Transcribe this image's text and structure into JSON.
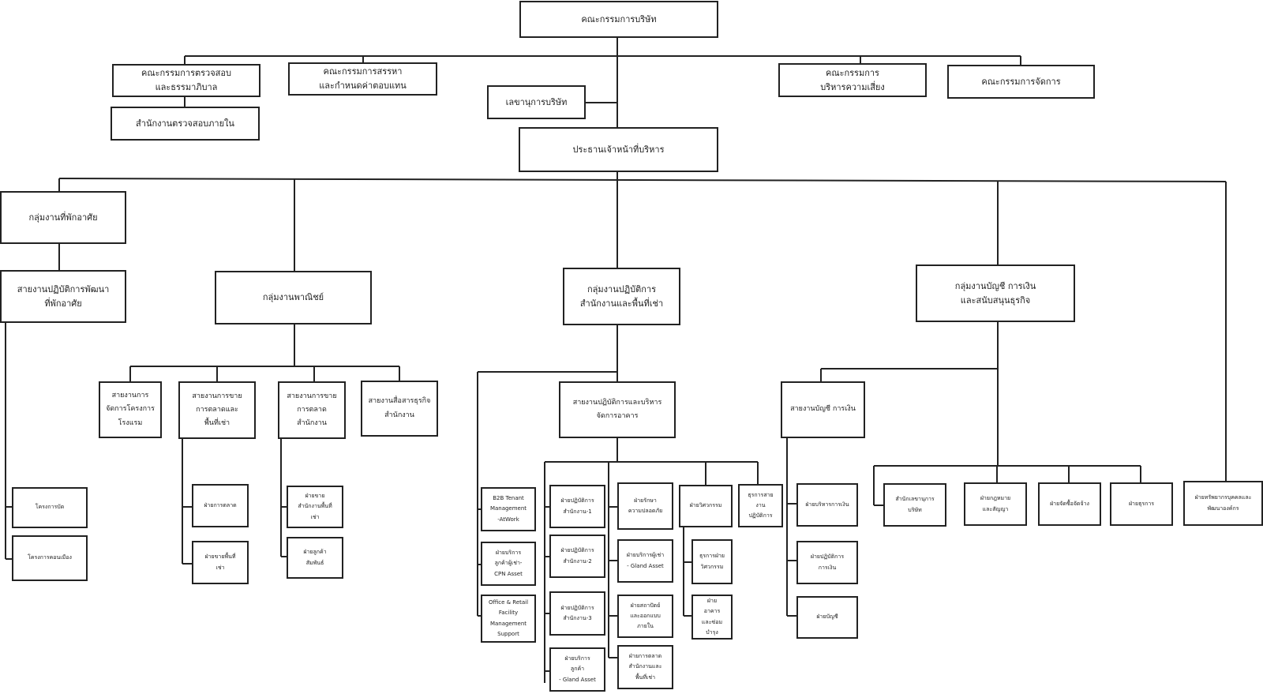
{
  "org": {
    "board": "คณะกรรมการบริษัท",
    "audit_committee": "คณะกรรมการตรวจสอบ\nและธรรมาภิบาล",
    "internal_audit": "สำนักงานตรวจสอบภายใน",
    "nomination_committee": "คณะกรรมการสรรหา\nและกำหนดค่าตอบแทน",
    "company_secretary": "เลขานุการบริษัท",
    "risk_committee": "คณะกรรมการ\nบริหารความเสี่ยง",
    "executive_committee": "คณะกรรมการจัดการ",
    "ceo": "ประธานเจ้าหน้าที่บริหาร",
    "residential_group": "กลุ่มงานที่พักอาศัย",
    "residential_dev": "สายงานปฏิบัติการพัฒนา\nที่พักอาศัย",
    "residential_project_1": "โครงการบัด",
    "residential_project_2": "โครงการคอนเมือง",
    "commercial_group": "กลุ่มงานพาณิชย์",
    "hotel_projects": "สายงานการ\nจัดการโครงการ\nโรงแรม",
    "retail_sales": "สายงานการขาย\nการตลาดและ\nพื้นที่เช่า",
    "retail_marketing": "ฝ่ายการตลาด",
    "retail_leasing": "ฝ่ายขายพื้นที่\nเช่า",
    "office_sales": "สายงานการขาย\nการตลาด\nสำนักงาน",
    "office_leasing": "ฝ่ายขาย\nสำนักงานพื้นที่\nเช่า",
    "customer_relations": "ฝ่ายลูกค้า\nสัมพันธ์",
    "office_business": "สายงานสื่อสารธุรกิจ\nสำนักงาน",
    "operations_group": "กลุ่มงานปฏิบัติการ\nสำนักงานและพื้นที่เช่า",
    "b2b": "B2B Tenant\nManagement\n-AtWork",
    "cpn_asset": "ฝ่ายบริการ\nลูกค้าผู้เช่า-\nCPN Asset",
    "facility_support": "Office & Retail\nFacility\nManagement\nSupport",
    "building_ops": "สายงานปฏิบัติการและบริหาร\nจัดการอาคาร",
    "office_ops_1": "ฝ่ายปฏิบัติการ\nสำนักงาน-1",
    "office_ops_2": "ฝ่ายปฏิบัติการ\nสำนักงาน-2",
    "office_ops_3": "ฝ่ายปฏิบัติการ\nสำนักงาน-3",
    "gland_customer": "ฝ่ายบริการ\nลูกค้า\n- Gland Asset",
    "safety": "ฝ่ายรักษา\nความปลอดภัย",
    "gland_tenant": "ฝ่ายบริการผู้เช่า\n- Gland Asset",
    "architecture": "ฝ่ายสถาปัตย์\nและออกแบบ\nภายใน",
    "retail_office_marketing": "ฝ่ายการตลาด\nสำนักงานและ\nพื้นที่เช่า",
    "engineering": "ฝ่ายวิศวกรรม",
    "engineering_admin": "ธุรการฝ่าย\nวิศวกรรม",
    "maintenance": "ฝ่าย\nอาคาร\nและซ่อม\nบำรุง",
    "ops_admin": "ธุรการสาย\nงาน\nปฏิบัติการ",
    "finance_group": "กลุ่มงานบัญชี การเงิน\nและสนับสนุนธุรกิจ",
    "accounting_finance": "สายงานบัญชี การเงิน",
    "finance_mgmt": "ฝ่ายบริหารการเงิน",
    "finance_ops": "ฝ่ายปฏิบัติการ\nการเงิน",
    "accounting": "ฝ่ายบัญชี",
    "secretary_office": "สำนักเลขานุการ\nบริษัท",
    "legal": "ฝ่ายกฎหมาย\nและสัญญา",
    "procurement": "ฝ่ายจัดซื้อจัดจ้าง",
    "admin": "ฝ่ายธุรการ",
    "hr": "ฝ่ายทรัพยากรบุคคลและ\nพัฒนาองค์กร"
  }
}
